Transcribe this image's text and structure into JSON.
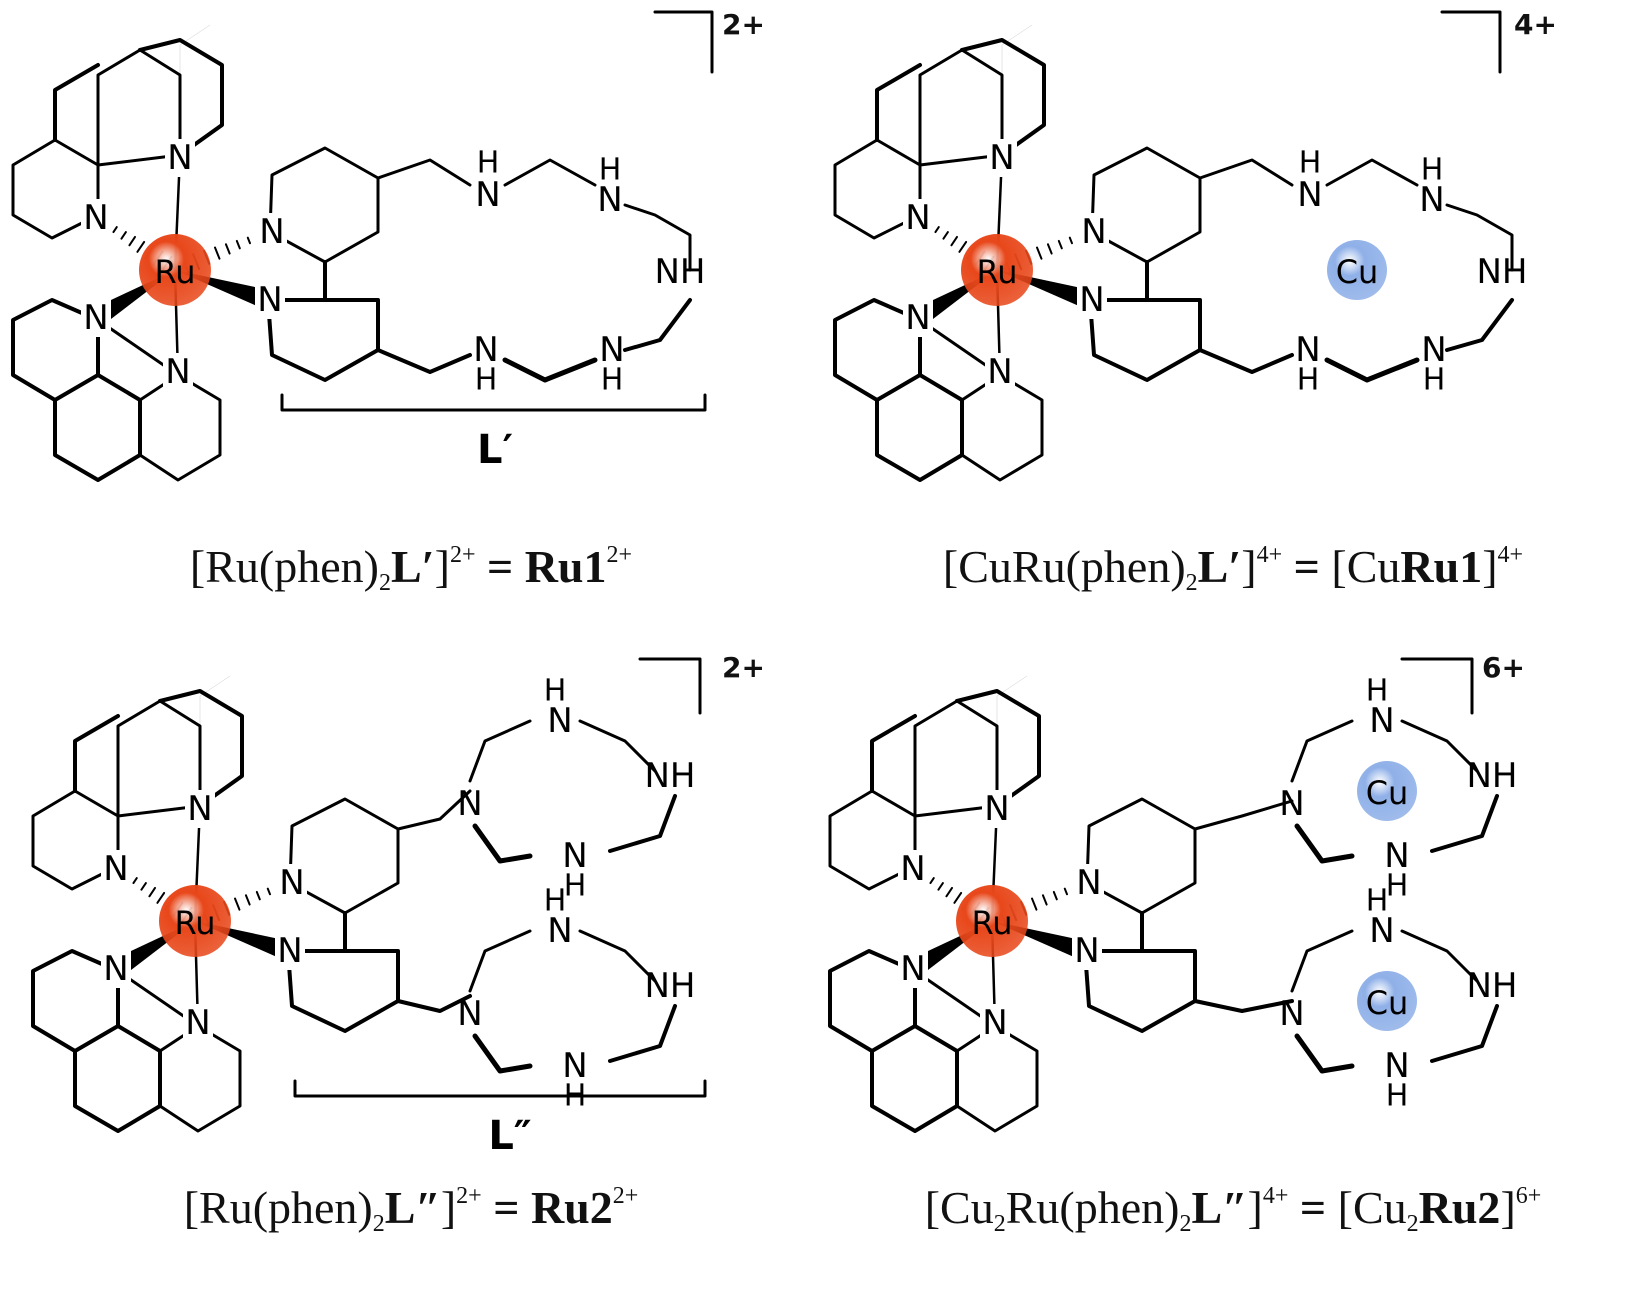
{
  "atoms": {
    "ru": "Ru",
    "cu": "Cu",
    "n": "N",
    "h": "H",
    "nh": "NH"
  },
  "colors": {
    "ru_sphere": "#e8471a",
    "cu_sphere": "#8fb0e8",
    "bond": "#000000"
  },
  "panels": [
    {
      "charge": "2+",
      "ligand_label": "L′",
      "cap": {
        "p1": "[Ru(phen)",
        "sub1": "2",
        "p2": "L′",
        "p3": "]",
        "sup1": "2+",
        "p4": " = ",
        "p5": "Ru1",
        "sup2": "2+"
      }
    },
    {
      "charge": "4+",
      "cap": {
        "p1": "[CuRu(phen)",
        "sub1": "2",
        "p2": "L′",
        "p3": "]",
        "sup1": "4+",
        "p4": " = ",
        "p5": "[Cu",
        "p6": "Ru1",
        "p7": "]",
        "sup2": "4+"
      }
    },
    {
      "charge": "2+",
      "ligand_label": "L″",
      "cap": {
        "p1": "[Ru(phen)",
        "sub1": "2",
        "p2": "L″",
        "p3": "]",
        "sup1": "2+",
        "p4": " = ",
        "p5": "Ru2",
        "sup2": "2+"
      }
    },
    {
      "charge": "6+",
      "cap": {
        "p1": "[Cu",
        "sub1": "2",
        "p2": "Ru(phen)",
        "sub2": "2",
        "p3": "L″",
        "p4": "]",
        "sup1": "4+",
        "p5": " = ",
        "p6": "[Cu",
        "sub3": "2",
        "p7": "Ru2",
        "p8": "]",
        "sup2": "6+"
      }
    }
  ]
}
